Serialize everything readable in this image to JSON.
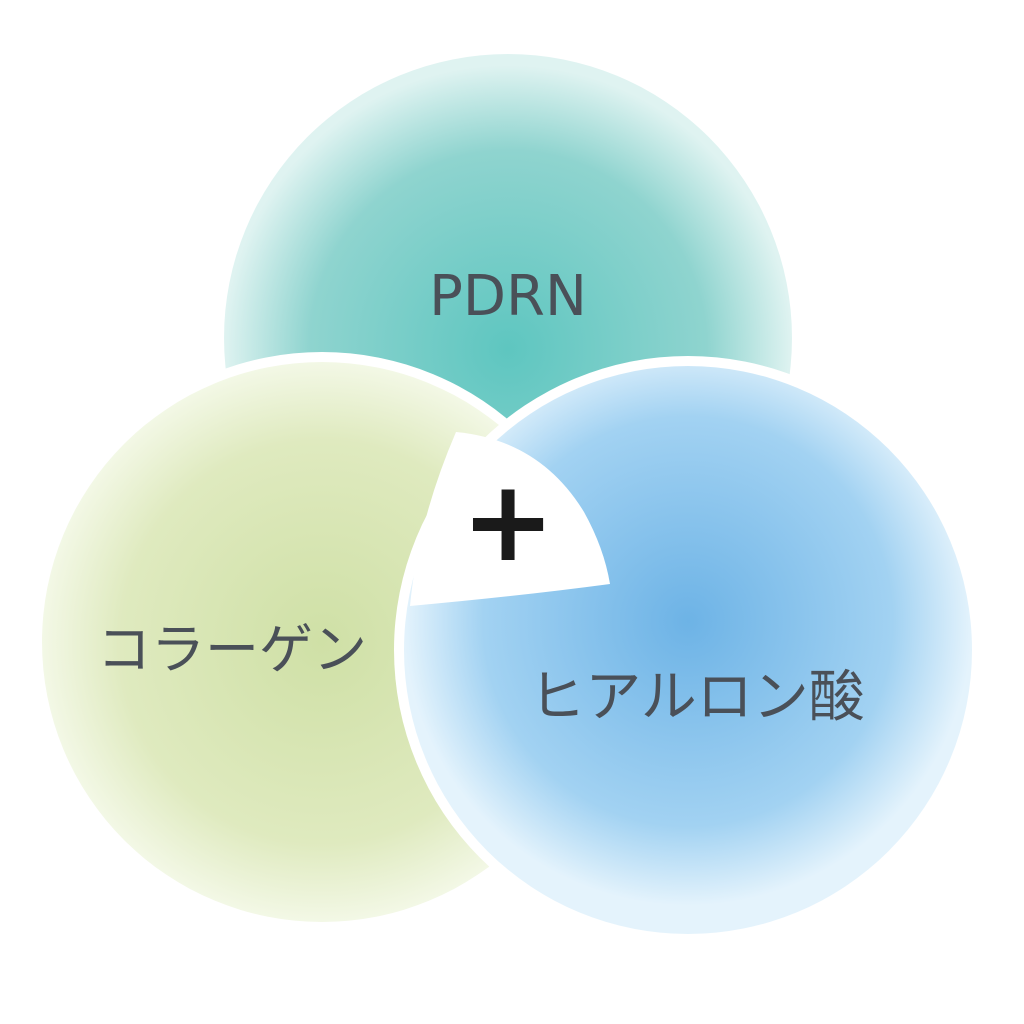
{
  "diagram": {
    "circles": [
      {
        "id": "pdrn",
        "label": "PDRN",
        "color_center": "#5ec6c0",
        "color_edge": "#dff3f1"
      },
      {
        "id": "collagen",
        "label": "コラーゲン",
        "color_center": "#cfe0a6",
        "color_edge": "#f3f8e6"
      },
      {
        "id": "hyaluronic",
        "label": "ヒアルロン酸",
        "color_center": "#6db3e6",
        "color_edge": "#e4f3fc"
      }
    ],
    "center_symbol": "+",
    "text_color": "#4a5058",
    "symbol_color": "#1a1a1a"
  }
}
